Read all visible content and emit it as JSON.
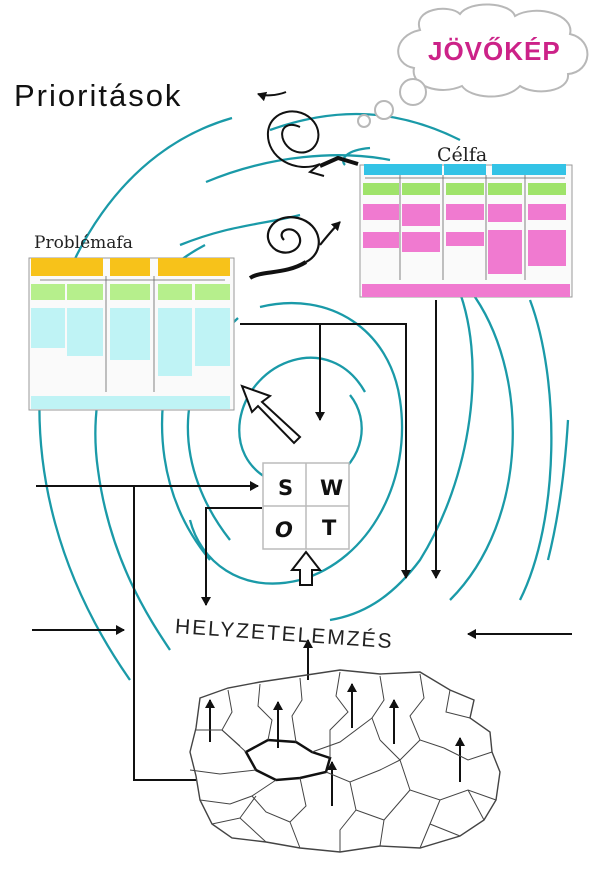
{
  "title": "Prioritások",
  "vision": "JÖVŐKÉP",
  "goal_tree": {
    "label": "Célfa"
  },
  "problem_tree": {
    "label": "Problémafa"
  },
  "swot": {
    "s": "S",
    "w": "W",
    "o": "O",
    "t": "T"
  },
  "situation_analysis": "HELYZETELEMZÉS",
  "colors": {
    "spiral": "#1a9aa8",
    "vision_text": "#cc2288",
    "goal_header": "#33c3e6",
    "goal_green": "#9fe36a",
    "goal_pink": "#f07ad0",
    "problem_header": "#f7c21a",
    "problem_green": "#b6ef8c",
    "problem_cyan": "#bff3f5"
  }
}
